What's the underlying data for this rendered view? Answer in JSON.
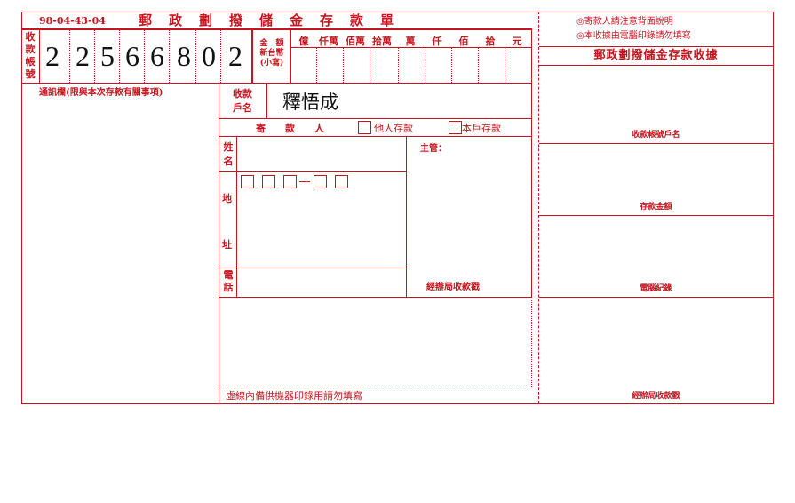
{
  "header": {
    "form_code": "98-04-43-04",
    "title": "郵　政　劃　撥　儲　金　存　款　單",
    "right_title": "郵政劃撥儲金存款收據"
  },
  "notices": [
    "◎寄款人請注意背面說明",
    "◎本收據由電腦印錄請勿填寫"
  ],
  "account": {
    "label": [
      "收",
      "款",
      "帳",
      "號"
    ],
    "digits": [
      "2",
      "2",
      "5",
      "6",
      "6",
      "8",
      "0",
      "2"
    ]
  },
  "amount": {
    "label_line1": "金　額",
    "label_line2": "新台幣",
    "label_line3": "(小寫)",
    "units": [
      "億",
      "仟萬",
      "佰萬",
      "拾萬",
      "萬",
      "仟",
      "佰",
      "拾",
      "元"
    ]
  },
  "memo": {
    "label": "通訊欄(限與本次存款有關事項)"
  },
  "payee": {
    "label_line1": "收款",
    "label_line2": "戶名",
    "value": "釋悟成"
  },
  "remitter": {
    "label": "寄　　款　　人",
    "option_other": "他人存款",
    "option_self": "本戶存款",
    "name_label": [
      "姓",
      "名"
    ],
    "address_label": [
      "地",
      "址"
    ],
    "phone_label": [
      "電",
      "話"
    ],
    "supervisor_label": "主管：",
    "office_stamp_label": "經辦局收款戳"
  },
  "machine_note": "虛線內備供機器印錄用請勿填寫",
  "receipt": {
    "payee_account_name": "收款帳號戶名",
    "deposit_amount": "存款金額",
    "computer_record": "電腦紀錄",
    "office_stamp": "經辦局收款戳"
  }
}
